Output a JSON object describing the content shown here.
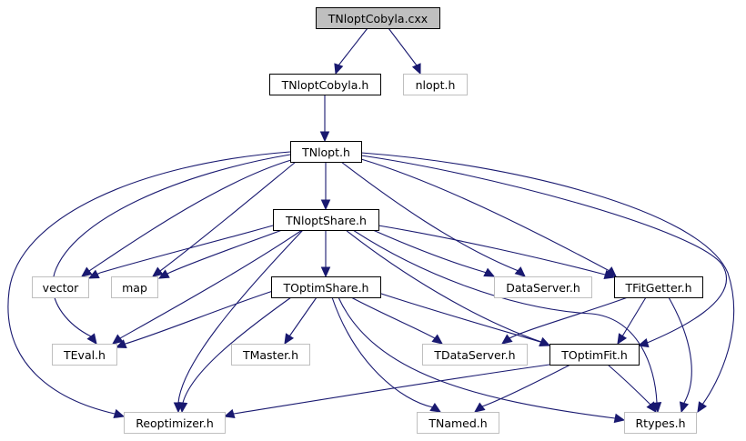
{
  "diagram": {
    "title": "TNloptCobyla.cxx",
    "type": "include-dependency-graph",
    "colors": {
      "edge": "#191970",
      "root_fill": "#bfbfbf",
      "local_border": "#000000",
      "external_border": "#bfbfbf"
    },
    "nodes": [
      {
        "id": "TNloptCobyla_cxx",
        "label": "TNloptCobyla.cxx",
        "kind": "root"
      },
      {
        "id": "TNloptCobyla_h",
        "label": "TNloptCobyla.h",
        "kind": "local"
      },
      {
        "id": "nlopt_h",
        "label": "nlopt.h",
        "kind": "external"
      },
      {
        "id": "TNlopt_h",
        "label": "TNlopt.h",
        "kind": "local"
      },
      {
        "id": "TNloptShare_h",
        "label": "TNloptShare.h",
        "kind": "local"
      },
      {
        "id": "vector",
        "label": "vector",
        "kind": "external"
      },
      {
        "id": "map",
        "label": "map",
        "kind": "external"
      },
      {
        "id": "TOptimShare_h",
        "label": "TOptimShare.h",
        "kind": "local"
      },
      {
        "id": "DataServer_h",
        "label": "DataServer.h",
        "kind": "external"
      },
      {
        "id": "TFitGetter_h",
        "label": "TFitGetter.h",
        "kind": "local"
      },
      {
        "id": "TEval_h",
        "label": "TEval.h",
        "kind": "external"
      },
      {
        "id": "TMaster_h",
        "label": "TMaster.h",
        "kind": "external"
      },
      {
        "id": "TDataServer_h",
        "label": "TDataServer.h",
        "kind": "external"
      },
      {
        "id": "TOptimFit_h",
        "label": "TOptimFit.h",
        "kind": "local"
      },
      {
        "id": "Reoptimizer_h",
        "label": "Reoptimizer.h",
        "kind": "external"
      },
      {
        "id": "TNamed_h",
        "label": "TNamed.h",
        "kind": "external"
      },
      {
        "id": "Rtypes_h",
        "label": "Rtypes.h",
        "kind": "external"
      }
    ],
    "edges": [
      {
        "from": "TNloptCobyla_cxx",
        "to": "TNloptCobyla_h"
      },
      {
        "from": "TNloptCobyla_cxx",
        "to": "nlopt_h"
      },
      {
        "from": "TNloptCobyla_h",
        "to": "TNlopt_h"
      },
      {
        "from": "TNlopt_h",
        "to": "TNloptShare_h"
      },
      {
        "from": "TNlopt_h",
        "to": "vector"
      },
      {
        "from": "TNlopt_h",
        "to": "map"
      },
      {
        "from": "TNlopt_h",
        "to": "TEval_h"
      },
      {
        "from": "TNlopt_h",
        "to": "Reoptimizer_h"
      },
      {
        "from": "TNlopt_h",
        "to": "DataServer_h"
      },
      {
        "from": "TNlopt_h",
        "to": "TFitGetter_h"
      },
      {
        "from": "TNlopt_h",
        "to": "TOptimFit_h"
      },
      {
        "from": "TNlopt_h",
        "to": "Rtypes_h"
      },
      {
        "from": "TNloptShare_h",
        "to": "vector"
      },
      {
        "from": "TNloptShare_h",
        "to": "map"
      },
      {
        "from": "TNloptShare_h",
        "to": "TOptimShare_h"
      },
      {
        "from": "TNloptShare_h",
        "to": "TEval_h"
      },
      {
        "from": "TNloptShare_h",
        "to": "Reoptimizer_h"
      },
      {
        "from": "TNloptShare_h",
        "to": "DataServer_h"
      },
      {
        "from": "TNloptShare_h",
        "to": "TFitGetter_h"
      },
      {
        "from": "TNloptShare_h",
        "to": "TOptimFit_h"
      },
      {
        "from": "TNloptShare_h",
        "to": "Rtypes_h"
      },
      {
        "from": "TOptimShare_h",
        "to": "TEval_h"
      },
      {
        "from": "TOptimShare_h",
        "to": "Reoptimizer_h"
      },
      {
        "from": "TOptimShare_h",
        "to": "TMaster_h"
      },
      {
        "from": "TOptimShare_h",
        "to": "TDataServer_h"
      },
      {
        "from": "TOptimShare_h",
        "to": "TOptimFit_h"
      },
      {
        "from": "TOptimShare_h",
        "to": "TNamed_h"
      },
      {
        "from": "TOptimShare_h",
        "to": "Rtypes_h"
      },
      {
        "from": "TFitGetter_h",
        "to": "TDataServer_h"
      },
      {
        "from": "TFitGetter_h",
        "to": "TOptimFit_h"
      },
      {
        "from": "TFitGetter_h",
        "to": "Rtypes_h"
      },
      {
        "from": "TOptimFit_h",
        "to": "Reoptimizer_h"
      },
      {
        "from": "TOptimFit_h",
        "to": "TNamed_h"
      },
      {
        "from": "TOptimFit_h",
        "to": "Rtypes_h"
      }
    ]
  }
}
